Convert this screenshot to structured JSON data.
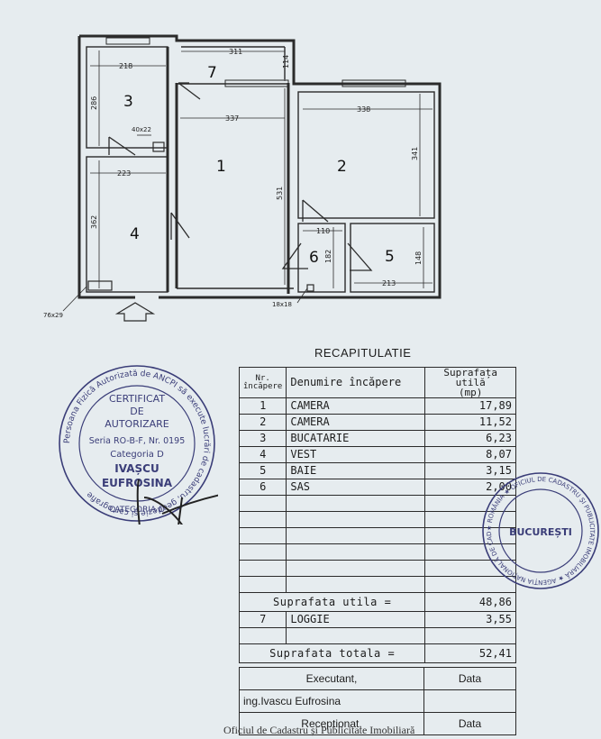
{
  "plan": {
    "rooms": {
      "r1": "1",
      "r2": "2",
      "r3": "3",
      "r4": "4",
      "r5": "5",
      "r6": "6",
      "r7": "7"
    },
    "dims": {
      "d218": "218",
      "d311": "311",
      "d114": "114",
      "d286": "286",
      "d337": "337",
      "d338": "338",
      "d40x22": "40x22",
      "d223": "223",
      "d531": "531",
      "d341": "341",
      "d362": "362",
      "d110": "110",
      "d182": "182",
      "d148": "148",
      "d213": "213",
      "d18x18": "18x18",
      "d76x29": "76x29"
    }
  },
  "recap": {
    "title": "RECAPITULATIE",
    "headers": {
      "nr_1": "Nr.",
      "nr_2": "încăpere",
      "name": "Denumire încăpere",
      "area_1": "Suprafața utilă",
      "area_2": "(mp)"
    },
    "rows": [
      {
        "nr": "1",
        "name": "CAMERA",
        "area": "17,89"
      },
      {
        "nr": "2",
        "name": "CAMERA",
        "area": "11,52"
      },
      {
        "nr": "3",
        "name": "BUCATARIE",
        "area": "6,23"
      },
      {
        "nr": "4",
        "name": "VEST",
        "area": "8,07"
      },
      {
        "nr": "5",
        "name": "BAIE",
        "area": "3,15"
      },
      {
        "nr": "6",
        "name": "SAS",
        "area": "2,00"
      }
    ],
    "useful_label": "Suprafata utila =",
    "useful_value": "48,86",
    "loggia": {
      "nr": "7",
      "name": "LOGGIE",
      "area": "3,55"
    },
    "total_label": "Suprafata totala =",
    "total_value": "52,41"
  },
  "exec": {
    "executant": "Executant,",
    "data1": "Data",
    "name": "ing.Ivascu Eufrosina",
    "receptionat": "Receptionat,",
    "data2": "Data"
  },
  "stamp_authorization": {
    "ring_text": "Persoana Fizică Autorizată de ANCPI să execute lucrări de cadastru, geodezie și cartografie",
    "line1": "CERTIFICAT",
    "line2": "DE",
    "line3": "AUTORIZARE",
    "line4": "Seria RO-B-F, Nr. 0195",
    "line5": "Categoria D",
    "line6": "IVAȘCU",
    "line7": "EUFROSINA",
    "bottom": "CATEGORIA D"
  },
  "stamp_office": {
    "ring_text": "★ ROMÂNIA ★ OFICIUL DE CADASTRU ȘI PUBLICITATE IMOBILIARĂ ★ AGENȚIA NAȚIONALĂ DE CADASTRU ȘI PUBLICITATE IMOBILIARĂ",
    "center": "BUCUREȘTI"
  },
  "footer": "Oficiul de Cadastru și Publicitate Imobiliară",
  "colors": {
    "paper": "#e6ecef",
    "ink": "#1d1d1d",
    "stamp": "#3a3d78"
  }
}
